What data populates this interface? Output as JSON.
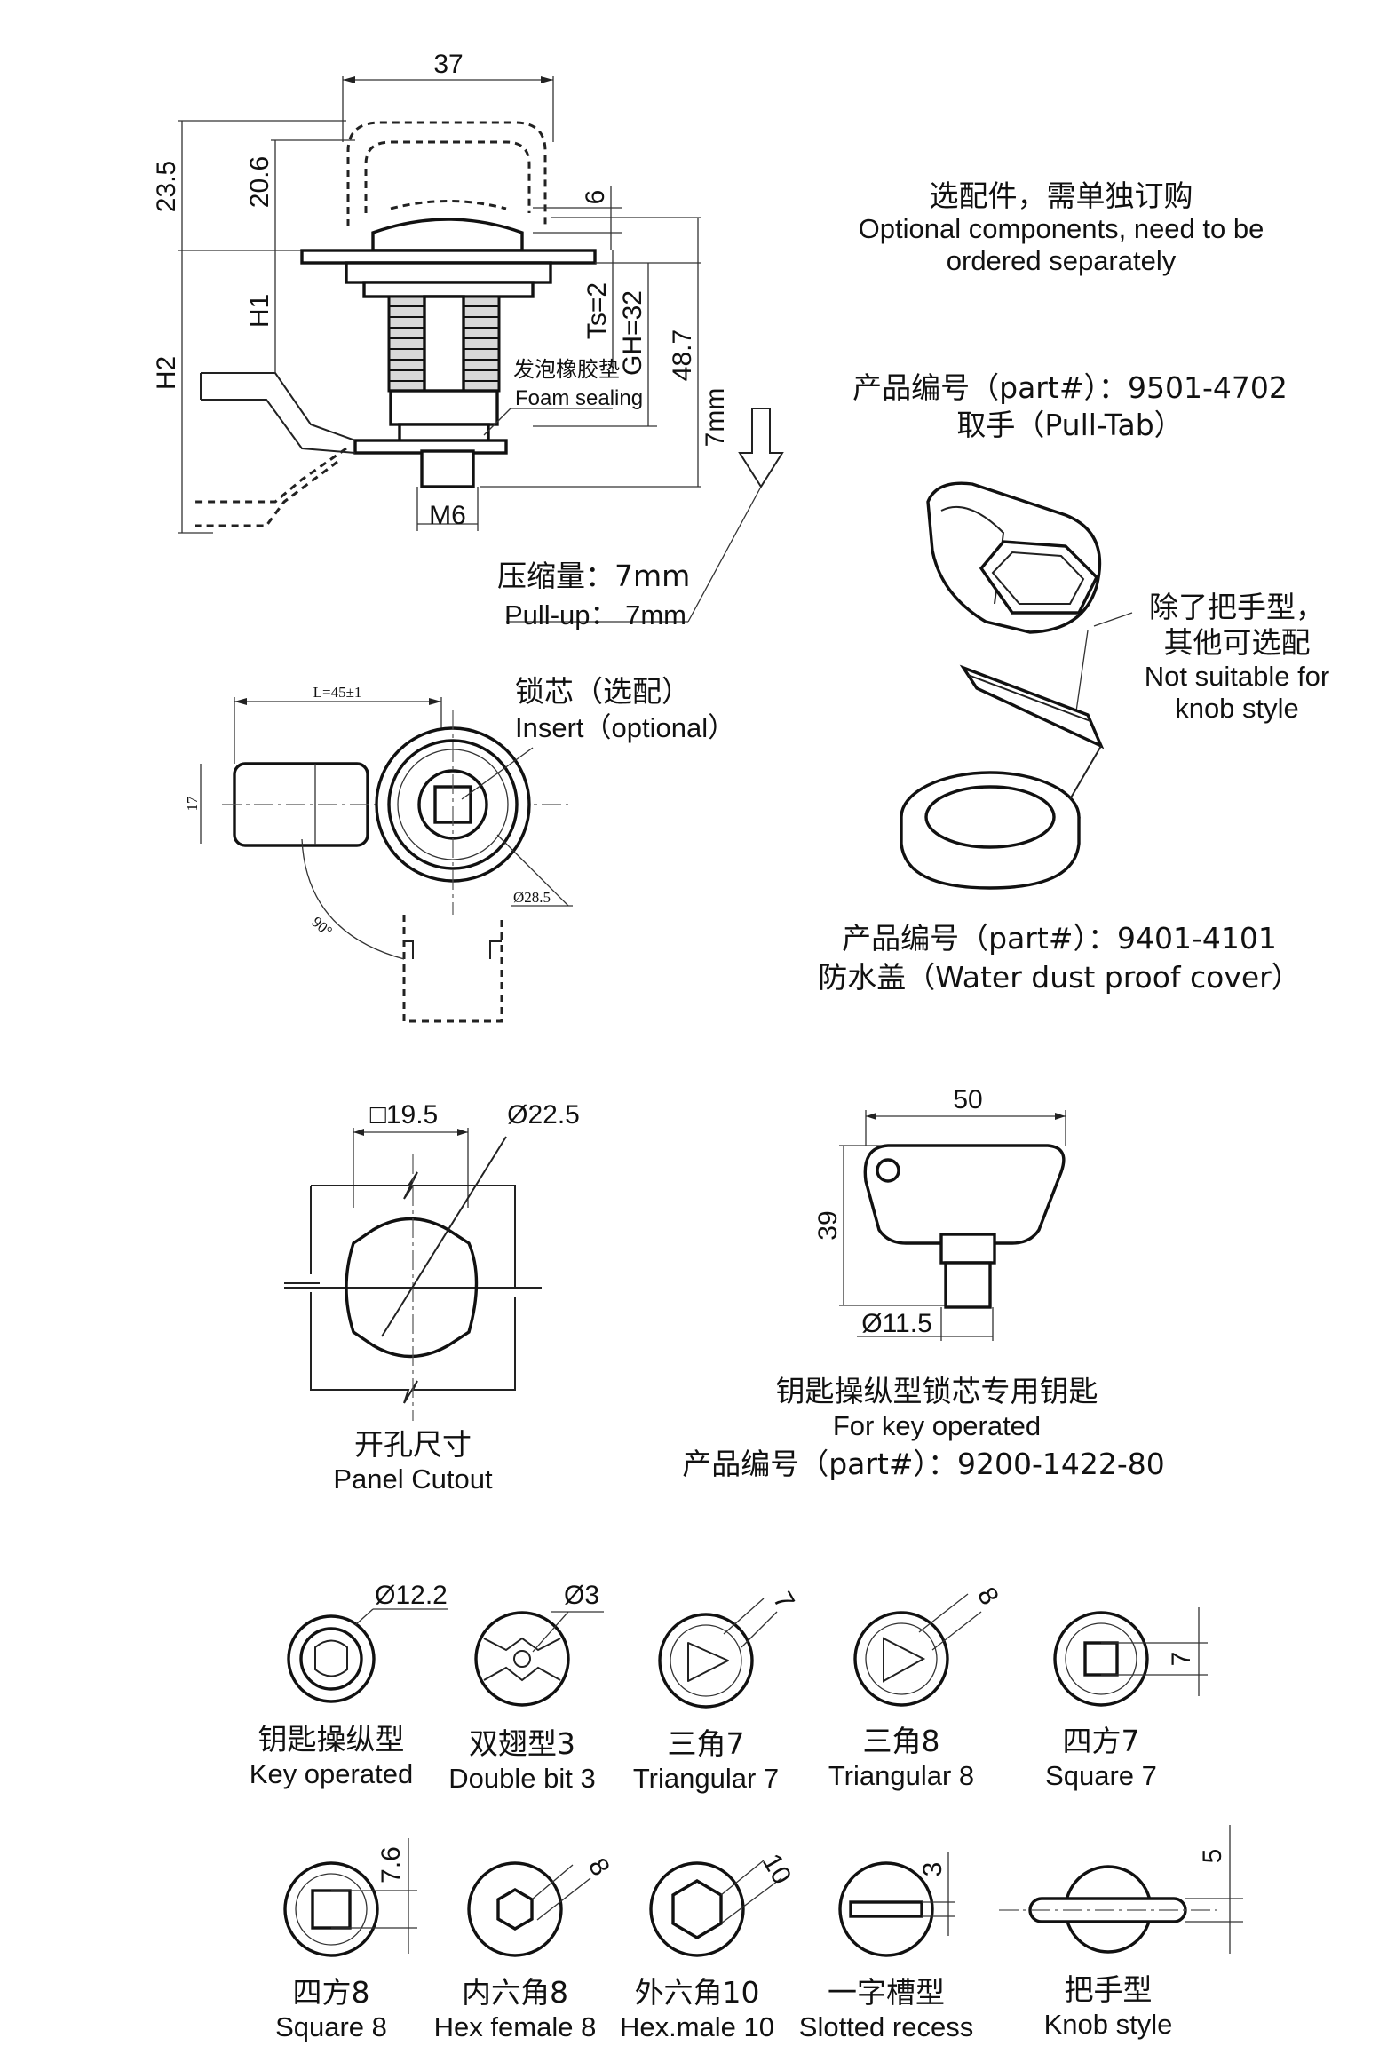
{
  "side_view": {
    "dim_width": "37",
    "dim_23_5": "23.5",
    "dim_20_6": "20.6",
    "dim_6": "6",
    "dim_h1": "H1",
    "dim_h2": "H2",
    "dim_ts": "Ts=2",
    "dim_gh": "GH=32",
    "dim_48_7": "48.7",
    "dim_7mm": "7mm",
    "dim_m6": "M6",
    "foam_cn": "发泡橡胶垫",
    "foam_en": "Foam sealing",
    "pullup_cn": "压缩量：7mm",
    "pullup_en": "Pull-up： 7mm"
  },
  "top_view": {
    "dim_l": "L=45±1",
    "dim_17": "17",
    "dim_angle": "90°",
    "dim_dia": "Ø28.5",
    "insert_cn": "锁芯（选配）",
    "insert_en": "Insert（optional）"
  },
  "optional": {
    "title_cn": "选配件，需单独订购",
    "title_en_1": "Optional components, need to be",
    "title_en_2": "ordered separately",
    "pull_tab_part": "产品编号（part#）：9501-4702",
    "pull_tab_name": "取手（Pull-Tab）",
    "note_cn_1": "除了把手型，",
    "note_cn_2": "其他可选配",
    "note_en_1": "Not suitable for",
    "note_en_2": "knob style",
    "cover_part": "产品编号（part#）：9401-4101",
    "cover_name": "防水盖（Water dust proof cover）"
  },
  "cutout": {
    "dim_square": "□19.5",
    "dim_dia": "Ø22.5",
    "title_cn": "开孔尺寸",
    "title_en": "Panel Cutout"
  },
  "key": {
    "dim_50": "50",
    "dim_39": "39",
    "dim_dia": "Ø11.5",
    "title_cn": "钥匙操纵型锁芯专用钥匙",
    "title_en": "For key operated",
    "part": "产品编号（part#）：9200-1422-80"
  },
  "inserts": [
    {
      "cn": "钥匙操纵型",
      "en": "Key operated",
      "dim": "Ø12.2"
    },
    {
      "cn": "双翅型3",
      "en": "Double bit 3",
      "dim": "Ø3"
    },
    {
      "cn": "三角7",
      "en": "Triangular 7",
      "dim": "7"
    },
    {
      "cn": "三角8",
      "en": "Triangular 8",
      "dim": "8"
    },
    {
      "cn": "四方7",
      "en": "Square 7",
      "dim": "7"
    },
    {
      "cn": "四方8",
      "en": "Square 8",
      "dim": "7.6"
    },
    {
      "cn": "内六角8",
      "en": "Hex female 8",
      "dim": "8"
    },
    {
      "cn": "外六角10",
      "en": "Hex.male 10",
      "dim": "10"
    },
    {
      "cn": "一字槽型",
      "en": "Slotted recess",
      "dim": "3"
    },
    {
      "cn": "把手型",
      "en": "Knob style",
      "dim": "5"
    }
  ]
}
